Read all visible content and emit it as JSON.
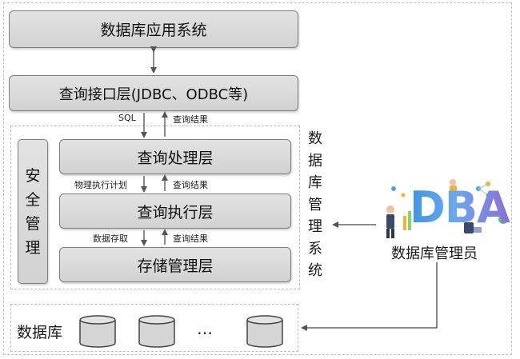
{
  "top": {
    "app_system": "数据库应用系统",
    "interface_layer": "查询接口层(JDBC、ODBC等)"
  },
  "dbms": {
    "title_chars": [
      "数",
      "据",
      "库",
      "管",
      "理",
      "系",
      "统"
    ],
    "security_chars": [
      "安",
      "全",
      "管",
      "理"
    ],
    "layers": {
      "processing": "查询处理层",
      "execution": "查询执行层",
      "storage": "存储管理层"
    },
    "labels": {
      "sql": "SQL",
      "result1": "查询结果",
      "plan": "物理执行计划",
      "result2": "查询结果",
      "data_access": "数据存取",
      "result3": "查询结果"
    }
  },
  "dba": {
    "logo": "DBA",
    "caption": "数据库管理员"
  },
  "database": {
    "label": "数据库",
    "ellipsis": "…"
  },
  "colors": {
    "dba_blue": "#3f95e6",
    "dba_purple": "#8b6fd6",
    "box_fill": "#dcdcdc",
    "box_border": "#7e7e7e"
  }
}
